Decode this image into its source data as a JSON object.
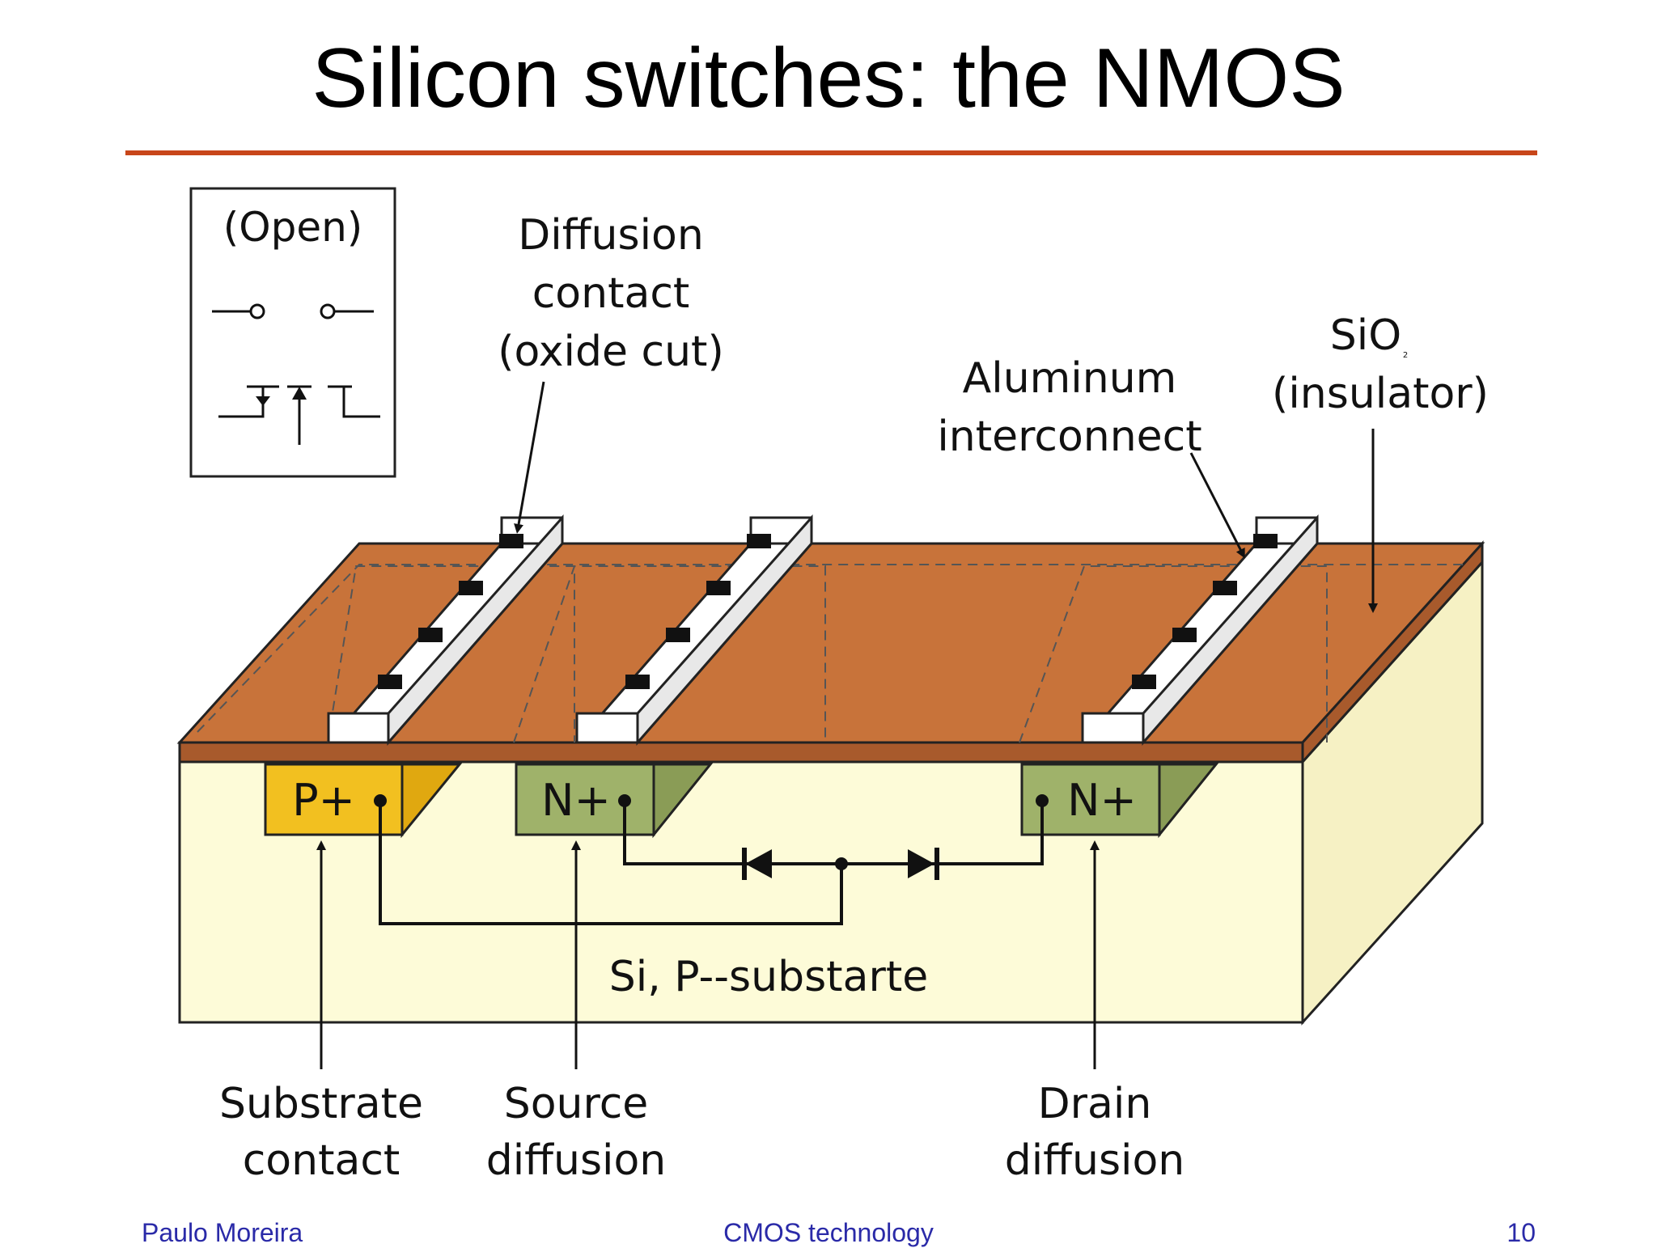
{
  "slide": {
    "title": "Silicon switches: the NMOS",
    "footer": {
      "author": "Paulo Moreira",
      "topic": "CMOS technology",
      "page": "10"
    }
  },
  "diagram": {
    "legend": {
      "label": "(Open)"
    },
    "labels": {
      "diffusion_contact": [
        "Diffusion",
        "contact",
        "(oxide cut)"
      ],
      "aluminum": [
        "Aluminum",
        "interconnect"
      ],
      "sio2": [
        "SiO",
        "2",
        "(insulator)"
      ],
      "p_plus": "P+",
      "n_plus_source": "N+",
      "n_plus_drain": "N+",
      "substrate_name": "Si,  P--substarte",
      "substrate_contact": [
        "Substrate",
        "contact"
      ],
      "source_diffusion": [
        "Source",
        "diffusion"
      ],
      "drain_diffusion": [
        "Drain",
        "diffusion"
      ]
    },
    "colors": {
      "oxide": "#c8733a",
      "oxide_front": "#a85a2c",
      "substrate": "#fdfbd8",
      "substrate_side": "#f6f1c4",
      "p_plus": "#f2c020",
      "n_plus": "#9fb26a",
      "rule": "#c8461a",
      "footer_text": "#2a2aa8"
    }
  }
}
